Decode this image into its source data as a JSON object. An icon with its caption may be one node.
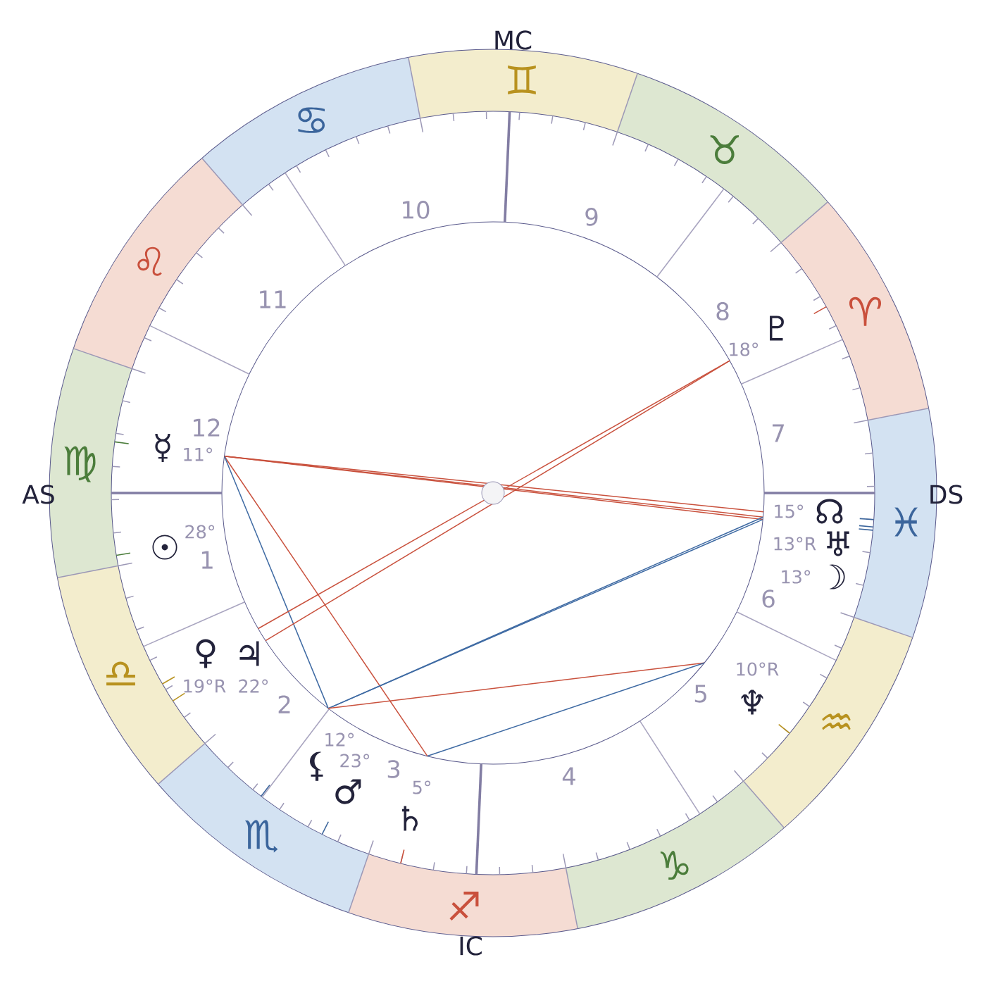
{
  "diagram": {
    "nodes": [
      {
        "text": [
          "♈"
        ]
      },
      {
        "text": [
          "♉"
        ]
      },
      {
        "text": [
          "♊"
        ]
      },
      {
        "text": [
          "♋"
        ]
      },
      {
        "text": [
          "♌"
        ]
      },
      {
        "text": [
          "♍"
        ]
      },
      {
        "text": [
          "♎"
        ]
      },
      {
        "text": [
          "♏"
        ]
      },
      {
        "text": [
          "♐"
        ]
      },
      {
        "text": [
          "♑"
        ]
      },
      {
        "text": [
          "♒"
        ]
      },
      {
        "text": [
          "♓"
        ]
      }
    ],
    "labels": [
      "MC",
      "10",
      "9",
      "11",
      "8",
      "♇",
      "18°",
      "12",
      "☿",
      "11°",
      "7",
      "AS",
      "DS",
      "☊",
      "15°",
      "♅",
      "13°R",
      "☽",
      "13°",
      "☉",
      "28°",
      "1",
      "6",
      "♀",
      "19°R",
      "♃",
      "22°",
      "2",
      "10°R",
      "5",
      "♆",
      "⚸",
      "12°",
      "♂",
      "23°",
      "3",
      "5°",
      "♄",
      "4",
      "IC"
    ]
  }
}
